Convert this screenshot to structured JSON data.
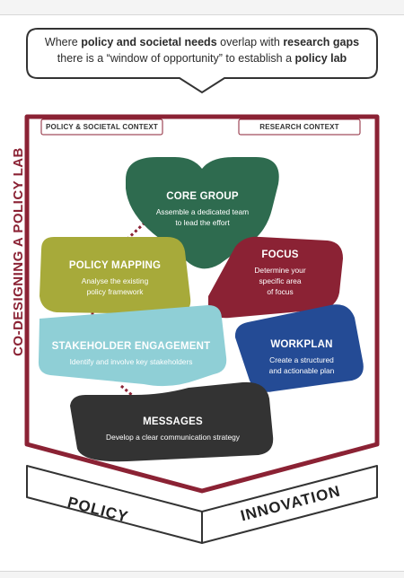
{
  "header": {
    "line1_pre": "Where ",
    "line1_bold1": "policy and societal needs",
    "line1_mid": " overlap with ",
    "line1_bold2": "research gaps",
    "line2_pre": "there is a “window of opportunity” to establish a ",
    "line2_bold": "policy lab"
  },
  "tabs": {
    "left": "POLICY & SOCIETAL CONTEXT",
    "right": "RESEARCH CONTEXT"
  },
  "vertical_title": "CO-DESIGNING A POLICY LAB",
  "steps": {
    "core_group": {
      "title": "CORE GROUP",
      "desc1": "Assemble a dedicated team",
      "desc2": "to lead the effort",
      "color": "#2e6b4f"
    },
    "policy_mapping": {
      "title": "POLICY MAPPING",
      "desc1": "Analyse the existing",
      "desc2": "policy framework",
      "color": "#a7aa3a"
    },
    "focus": {
      "title": "FOCUS",
      "desc1": "Determine your",
      "desc2": "specific area",
      "desc3": "of focus",
      "color": "#8b2234"
    },
    "stakeholder": {
      "title": "STAKEHOLDER ENGAGEMENT",
      "desc1": "Identify and involve key stakeholders",
      "color": "#8fcfd6"
    },
    "workplan": {
      "title": "WORKPLAN",
      "desc1": "Create a structured",
      "desc2": "and actionable plan",
      "color": "#244b95"
    },
    "messages": {
      "title": "MESSAGES",
      "desc1": "Develop a clear communication strategy",
      "color": "#333333"
    }
  },
  "footer": {
    "left": "POLICY",
    "right": "INNOVATION"
  },
  "colors": {
    "frame": "#8b2234",
    "outline": "#333333",
    "connector": "#8b2234"
  }
}
